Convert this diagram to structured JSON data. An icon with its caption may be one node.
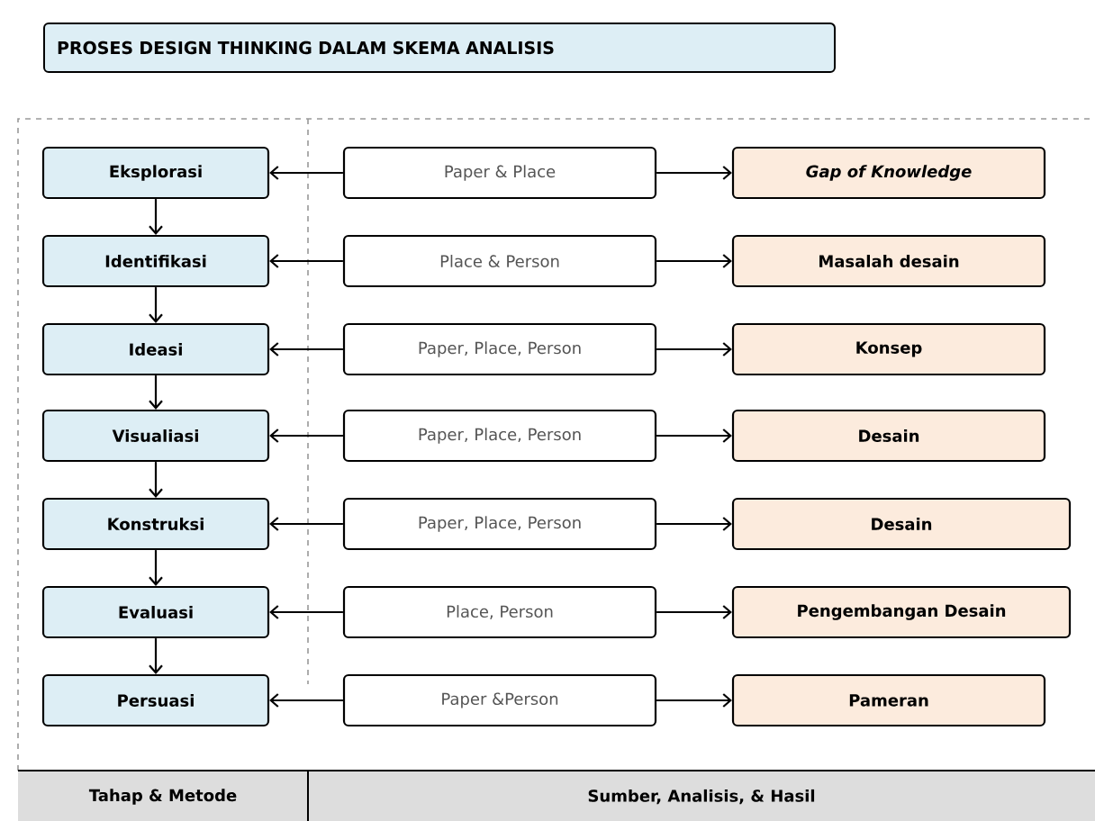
{
  "diagram": {
    "title": "PROSES DESIGN THINKING DALAM SKEMA ANALISIS",
    "nodes": [
      {
        "text": [
          "Eksplorasi"
        ]
      },
      {
        "text": [
          "Identifikasi"
        ]
      },
      {
        "text": [
          "Ideasi"
        ]
      },
      {
        "text": [
          "Visualiasi"
        ]
      },
      {
        "text": [
          "Konstruksi"
        ]
      },
      {
        "text": [
          "Evaluasi"
        ]
      },
      {
        "text": [
          "Persuasi"
        ]
      },
      {
        "text": [
          "Paper & Place"
        ]
      },
      {
        "text": [
          "Place & Person"
        ]
      },
      {
        "text": [
          "Paper, Place, Person"
        ]
      },
      {
        "text": [
          "Paper, Place, Person"
        ]
      },
      {
        "text": [
          "Paper, Place, Person"
        ]
      },
      {
        "text": [
          "Place, Person"
        ]
      },
      {
        "text": [
          "Paper &Person"
        ]
      },
      {
        "text": [
          "Gap of Knowledge"
        ]
      },
      {
        "text": [
          "Masalah desain"
        ]
      },
      {
        "text": [
          "Konsep"
        ]
      },
      {
        "text": [
          "Desain"
        ]
      },
      {
        "text": [
          "Desain"
        ]
      },
      {
        "text": [
          "Pengembangan Desain"
        ]
      },
      {
        "text": [
          "Pameran"
        ]
      }
    ],
    "edges": [
      {
        "from": 0,
        "to": 1,
        "arrow": "to"
      },
      {
        "from": 1,
        "to": 2,
        "arrow": "to"
      },
      {
        "from": 2,
        "to": 3,
        "arrow": "to"
      },
      {
        "from": 3,
        "to": 4,
        "arrow": "to"
      },
      {
        "from": 4,
        "to": 5,
        "arrow": "to"
      },
      {
        "from": 5,
        "to": 6,
        "arrow": "to"
      },
      {
        "from": 7,
        "to": 0,
        "arrow": "to"
      },
      {
        "from": 8,
        "to": 1,
        "arrow": "to"
      },
      {
        "from": 9,
        "to": 2,
        "arrow": "to"
      },
      {
        "from": 10,
        "to": 3,
        "arrow": "to"
      },
      {
        "from": 11,
        "to": 4,
        "arrow": "to"
      },
      {
        "from": 12,
        "to": 5,
        "arrow": "to"
      },
      {
        "from": 13,
        "to": 6,
        "arrow": "to"
      },
      {
        "from": 7,
        "to": 14,
        "arrow": "to"
      },
      {
        "from": 8,
        "to": 15,
        "arrow": "to"
      },
      {
        "from": 9,
        "to": 16,
        "arrow": "to"
      },
      {
        "from": 10,
        "to": 17,
        "arrow": "to"
      },
      {
        "from": 11,
        "to": 18,
        "arrow": "to"
      },
      {
        "from": 12,
        "to": 19,
        "arrow": "to"
      },
      {
        "from": 13,
        "to": 20,
        "arrow": "to"
      }
    ],
    "labels": [
      "Tahap & Metode",
      "Sumber, Analisis, & Hasil"
    ]
  }
}
